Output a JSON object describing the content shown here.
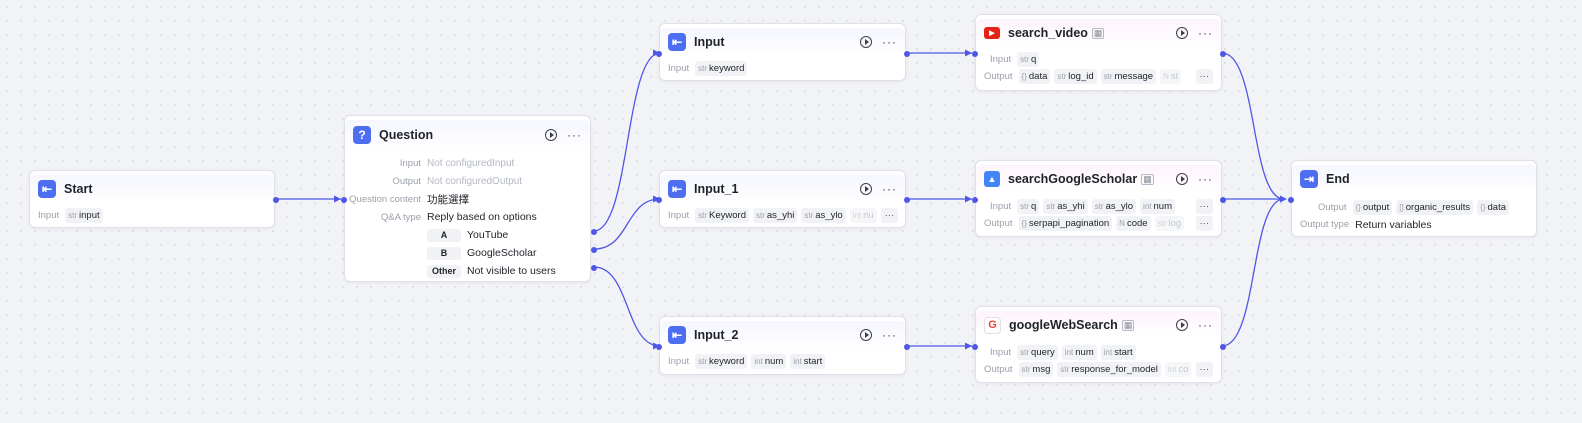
{
  "nodes": {
    "start": {
      "title": "Start",
      "input_label": "Input",
      "input": {
        "type": "str",
        "name": "input"
      }
    },
    "question": {
      "title": "Question",
      "input_label": "Input",
      "input_value": "Not configuredInput",
      "output_label": "Output",
      "output_value": "Not configuredOutput",
      "content_label": "Question content",
      "content_value": "功能選擇",
      "qa_label": "Q&A type",
      "qa_value": "Reply based on options",
      "options": [
        {
          "key": "A",
          "label": "YouTube"
        },
        {
          "key": "B",
          "label": "GoogleScholar"
        },
        {
          "key": "Other",
          "label": "Not visible to users"
        }
      ]
    },
    "input": {
      "title": "Input",
      "input_label": "Input",
      "params": [
        {
          "type": "str",
          "name": "keyword"
        }
      ]
    },
    "input_1": {
      "title": "Input_1",
      "input_label": "Input",
      "params": [
        {
          "type": "str",
          "name": "Keyword"
        },
        {
          "type": "str",
          "name": "as_yhi"
        },
        {
          "type": "str",
          "name": "as_ylo"
        },
        {
          "type": "int",
          "name": "nu"
        }
      ],
      "more": "···"
    },
    "input_2": {
      "title": "Input_2",
      "input_label": "Input",
      "params": [
        {
          "type": "str",
          "name": "keyword"
        },
        {
          "type": "int",
          "name": "num"
        },
        {
          "type": "int",
          "name": "start"
        }
      ]
    },
    "search_video": {
      "title": "search_video",
      "input_label": "Input",
      "output_label": "Output",
      "inputs": [
        {
          "type": "str",
          "name": "q"
        }
      ],
      "outputs": [
        {
          "type": "{}",
          "name": "data"
        },
        {
          "type": "str",
          "name": "log_id"
        },
        {
          "type": "str",
          "name": "message"
        },
        {
          "type": "N",
          "name": "st"
        }
      ],
      "more": "···"
    },
    "scholar": {
      "title": "searchGoogleScholar",
      "input_label": "Input",
      "output_label": "Output",
      "inputs": [
        {
          "type": "str",
          "name": "q"
        },
        {
          "type": "str",
          "name": "as_yhi"
        },
        {
          "type": "str",
          "name": "as_ylo"
        },
        {
          "type": "int",
          "name": "num"
        }
      ],
      "outputs": [
        {
          "type": "{}",
          "name": "serpapi_pagination"
        },
        {
          "type": "N",
          "name": "code"
        },
        {
          "type": "str",
          "name": "log"
        }
      ],
      "more": "···"
    },
    "websearch": {
      "title": "googleWebSearch",
      "input_label": "Input",
      "output_label": "Output",
      "inputs": [
        {
          "type": "str",
          "name": "query"
        },
        {
          "type": "int",
          "name": "num"
        },
        {
          "type": "int",
          "name": "start"
        }
      ],
      "outputs": [
        {
          "type": "str",
          "name": "msg"
        },
        {
          "type": "str",
          "name": "response_for_model"
        },
        {
          "type": "int",
          "name": "co"
        }
      ],
      "more": "···"
    },
    "end": {
      "title": "End",
      "output_label": "Output",
      "outputs": [
        {
          "type": "{}",
          "name": "output"
        },
        {
          "type": "[]",
          "name": "organic_results"
        },
        {
          "type": "{}",
          "name": "data"
        }
      ],
      "output_type_label": "Output type",
      "output_type_value": "Return variables"
    }
  },
  "icons": {
    "workflow": "arrow-into-box-icon",
    "question": "question-mark-icon",
    "youtube": "youtube-icon",
    "scholar": "scholar-cap-icon",
    "google": "google-g-icon",
    "end": "arrow-out-box-icon",
    "run": "play-circle-icon",
    "more": "more-dots-icon"
  },
  "colors": {
    "accent": "#4e57e8",
    "node_icon": "#4e6ef2",
    "youtube": "#e62117"
  }
}
